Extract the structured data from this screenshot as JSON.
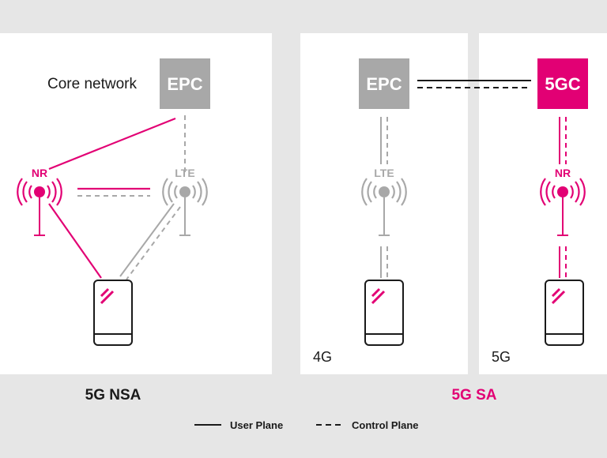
{
  "colors": {
    "magenta": "#e20074",
    "gray": "#a8a8a8",
    "dark": "#1a1a1a",
    "background": "#e6e6e6",
    "panel": "#ffffff"
  },
  "nsa": {
    "core_network_label": "Core network",
    "epc_label": "EPC",
    "nr_label": "NR",
    "lte_label": "LTE",
    "title": "5G NSA"
  },
  "sa": {
    "epc_label": "EPC",
    "core_5g_label": "5GC",
    "lte_label": "LTE",
    "nr_label": "NR",
    "label_4g": "4G",
    "label_5g": "5G",
    "title": "5G SA"
  },
  "legend": {
    "user_plane": "User Plane",
    "control_plane": "Control Plane"
  }
}
